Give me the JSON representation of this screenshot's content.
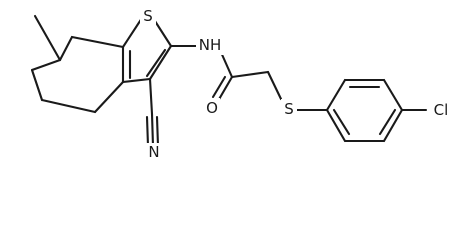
{
  "molecule": {
    "atoms": {
      "sulfur_thiophene": "S",
      "amide_nh": "NH",
      "carbonyl_oxygen": "O",
      "thioether_sulfur": "S",
      "chlorine": "Cl",
      "nitrile_nitrogen": "N"
    },
    "colors": {
      "bond": "#1a1a1a",
      "label": "#1a1a1a",
      "background": "#ffffff"
    }
  }
}
